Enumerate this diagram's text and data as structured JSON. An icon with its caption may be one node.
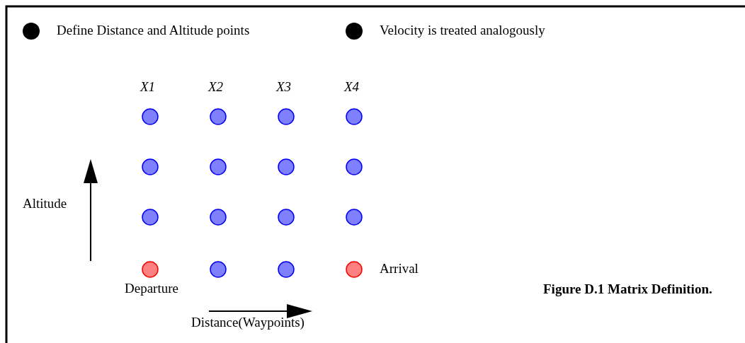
{
  "diagram": {
    "caption": "Figure D.1 Matrix Definition.",
    "nodes": [
      {
        "text": [],
        "shape": "circle"
      },
      {
        "text": [],
        "shape": "circle"
      },
      {
        "text": [],
        "shape": "circle"
      },
      {
        "text": [],
        "shape": "circle"
      },
      {
        "text": [],
        "shape": "circle"
      },
      {
        "text": [],
        "shape": "circle"
      },
      {
        "text": [],
        "shape": "circle"
      },
      {
        "text": [],
        "shape": "circle"
      },
      {
        "text": [],
        "shape": "circle"
      },
      {
        "text": [],
        "shape": "circle"
      },
      {
        "text": [],
        "shape": "circle"
      },
      {
        "text": [],
        "shape": "circle"
      },
      {
        "text": [],
        "shape": "circle",
        "beside": [
          "Departure"
        ]
      },
      {
        "text": [],
        "shape": "circle"
      },
      {
        "text": [],
        "shape": "circle"
      },
      {
        "text": [],
        "shape": "circle",
        "beside": [
          "Arrival"
        ]
      }
    ],
    "labels": [
      "Define Distance and Altitude points",
      "Velocity is treated analogously",
      "X1",
      "X2",
      "X3",
      "X4",
      "Altitude",
      "Distance(Waypoints)"
    ]
  }
}
